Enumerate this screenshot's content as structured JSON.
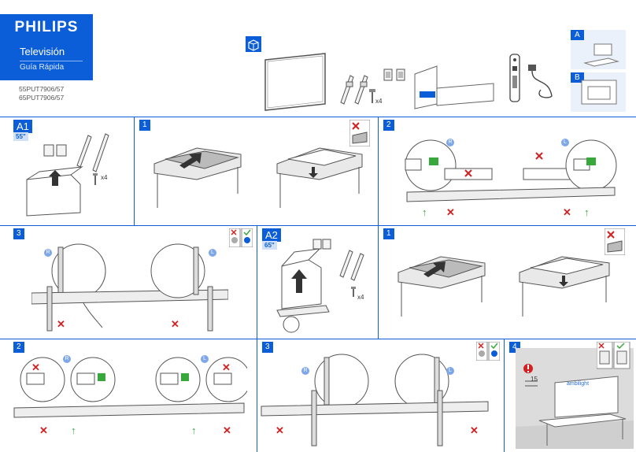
{
  "brand": {
    "logo": "PHILIPS",
    "title": "Televisión",
    "subtitle": "Guía Rápida"
  },
  "models": [
    "55PUT7906/57",
    "65PUT7906/57"
  ],
  "box_contents": {
    "screw_count": "x4"
  },
  "variants": [
    {
      "label": "A"
    },
    {
      "label": "B"
    }
  ],
  "section_a1": {
    "label": "A1",
    "size": "55\"",
    "screw_count": "x4"
  },
  "section_a2": {
    "label": "A2",
    "size": "65\"",
    "screw_count": "x4"
  },
  "steps": {
    "s1": "1",
    "s2": "2",
    "s3": "3",
    "s4": "4"
  },
  "sides": {
    "right": "R",
    "left": "L"
  },
  "step4": {
    "distance": "15",
    "ambilight": "ambilight"
  },
  "colors": {
    "accent": "#0b5ed7",
    "ok": "#38a83c",
    "no": "#d42020"
  },
  "icons": [
    "tv-box-icon",
    "tv-screen-icon",
    "stand-legs-icon",
    "screw-icon",
    "remote-icon",
    "power-cord-icon",
    "manual-icon",
    "arrow-up-icon",
    "cross-icon",
    "warning-icon"
  ]
}
